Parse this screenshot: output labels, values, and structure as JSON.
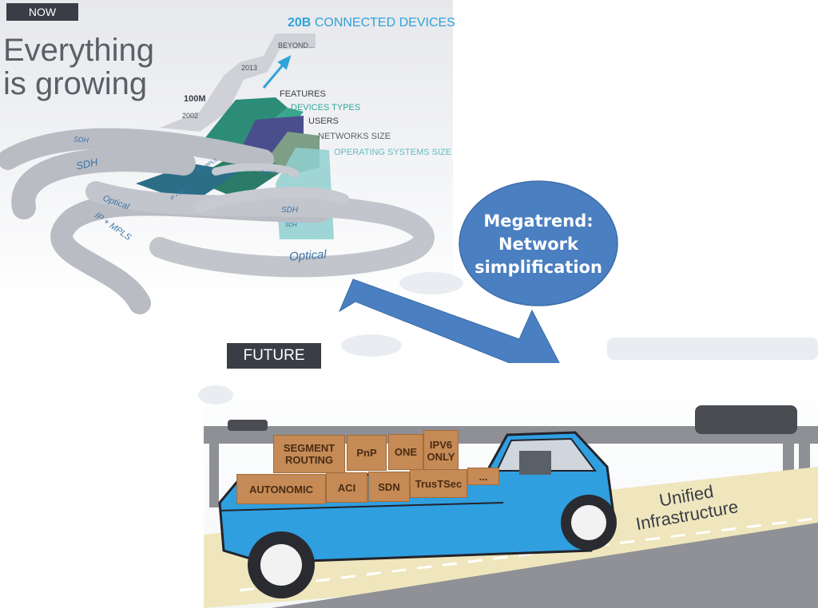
{
  "now_panel": {
    "tag": "NOW",
    "headline_line1": "Everything",
    "headline_line2": "is growing",
    "connected_count": "20B",
    "connected_label": "CONNECTED DEVICES",
    "beyond": "BEYOND...",
    "year_2013": "2013",
    "count_2002": "100M",
    "year_2002": "2002",
    "layers": [
      "FEATURES",
      "DEVICES TYPES",
      "USERS",
      "NETWORKS SIZE",
      "OPERATING SYSTEMS SIZE"
    ],
    "roads": [
      "SDH",
      "SDH",
      "IP + MPLS",
      "Optical",
      "IP + MPLS",
      "IP + MPLS",
      "Optical",
      "SDH",
      "SDH",
      "Optical"
    ]
  },
  "megatrend": {
    "line1": "Megatrend:",
    "line2": "Network",
    "line3": "simplification"
  },
  "future_panel": {
    "tag": "FUTURE",
    "boxes_top": [
      {
        "label": "SEGMENT ROUTING"
      },
      {
        "label": "PnP"
      },
      {
        "label": "ONE"
      },
      {
        "label": "IPV6 ONLY"
      }
    ],
    "boxes_bottom": [
      {
        "label": "AUTONOMIC"
      },
      {
        "label": "ACI"
      },
      {
        "label": "SDN"
      },
      {
        "label": "TrusTSec"
      },
      {
        "label": "..."
      }
    ],
    "road_text_line1": "Unified",
    "road_text_line2": "Infrastructure"
  },
  "colors": {
    "dark_tag": "#3a3d46",
    "cyan": "#2ea3da",
    "teal": "#2ea69a",
    "arrow_blue": "#4a7fc1",
    "circle_blue": "#4a7fc1",
    "truck_blue": "#2f9fe0",
    "box_brown": "#c58a55",
    "road_beige": "#efe6bd"
  }
}
